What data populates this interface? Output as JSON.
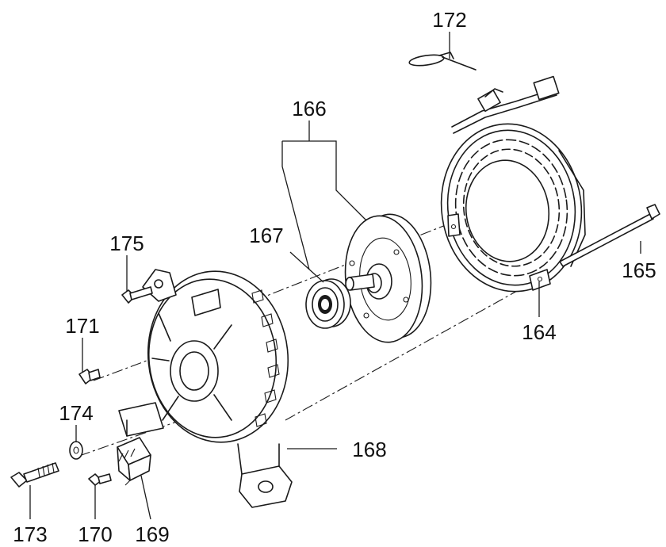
{
  "callouts": {
    "172": "172",
    "166": "166",
    "167": "167",
    "175": "175",
    "165": "165",
    "171": "171",
    "164": "164",
    "174": "174",
    "168": "168",
    "173": "173",
    "170": "170",
    "169": "169"
  }
}
